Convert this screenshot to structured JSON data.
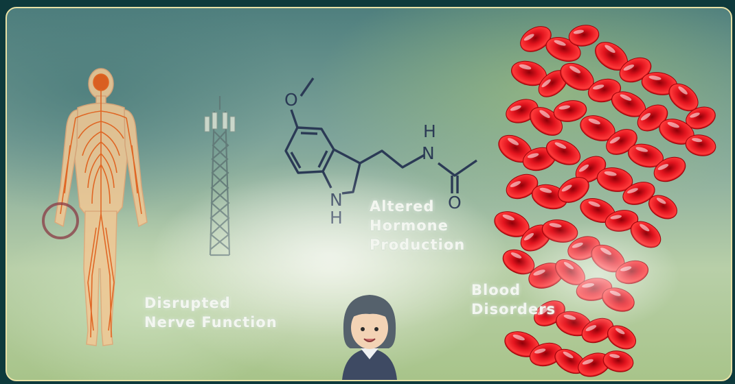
{
  "labels": {
    "nerve": [
      "Disrupted",
      "Nerve Function"
    ],
    "hormone": [
      "Altered",
      "Hormone",
      "Production"
    ],
    "blood": [
      "Blood",
      "Disorders"
    ]
  },
  "molecule": {
    "atoms": [
      "O",
      "H",
      "N",
      "N",
      "H",
      "O"
    ]
  },
  "colors": {
    "frame_border": "#e9e2a6",
    "nervous_system": "#e8743a",
    "blood_cell": "#d4101a",
    "molecule": "#2b3a55"
  },
  "icons": [
    "human-body-icon",
    "cell-tower-icon",
    "melatonin-molecule-icon",
    "red-blood-cells-icon",
    "girl-avatar-icon"
  ]
}
